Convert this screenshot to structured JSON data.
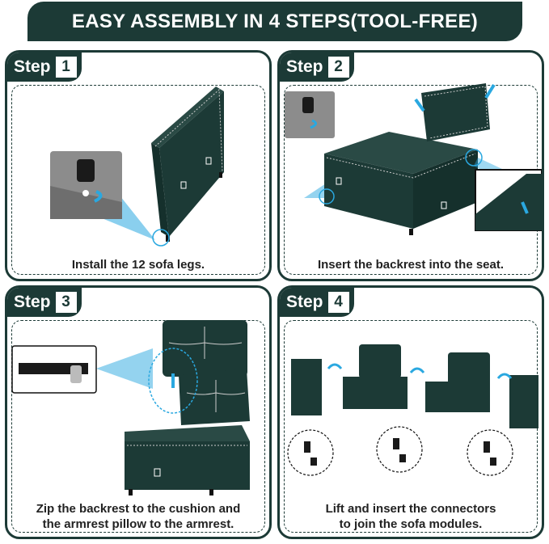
{
  "banner": {
    "title": "EASY ASSEMBLY IN 4 STEPS(TOOL-FREE)"
  },
  "steps": [
    {
      "word": "Step",
      "number": "1",
      "caption": "Install the 12 sofa legs."
    },
    {
      "word": "Step",
      "number": "2",
      "caption": "Insert the backrest into the seat."
    },
    {
      "word": "Step",
      "number": "3",
      "caption_line1": "Zip the backrest to the cushion and",
      "caption_line2": "the armrest pillow to the armrest."
    },
    {
      "word": "Step",
      "number": "4",
      "caption_line1": "Lift and insert the connectors",
      "caption_line2": "to join the sofa modules."
    }
  ],
  "colors": {
    "brand": "#1c3a36",
    "accent_blue": "#2aa8e0",
    "detail_grey": "#8c8c8c"
  }
}
